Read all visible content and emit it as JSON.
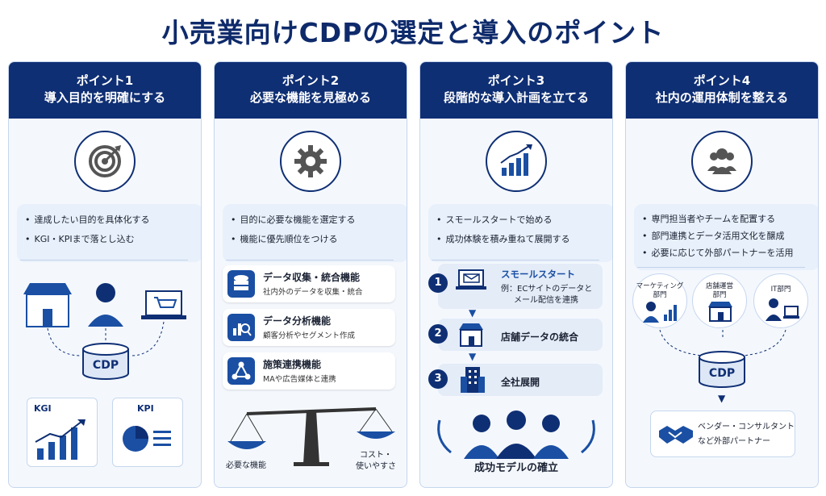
{
  "title": "小売業向けCDPの選定と導入のポイント",
  "cards": [
    {
      "point": "ポイント1",
      "heading": "導入目的を明確にする",
      "icon": "target-icon",
      "bullets": [
        "達成したい目的を具体化する",
        "KGI・KPIまで落とし込む"
      ],
      "cdp": "CDP",
      "kgi": "KGI",
      "kpi": "KPI"
    },
    {
      "point": "ポイント2",
      "heading": "必要な機能を見極める",
      "icon": "gear-icon",
      "bullets": [
        "目的に必要な機能を選定する",
        "機能に優先順位をつける"
      ],
      "features": [
        {
          "title": "データ収集・統合機能",
          "desc": "社内外のデータを収集・統合"
        },
        {
          "title": "データ分析機能",
          "desc": "顧客分析やセグメント作成"
        },
        {
          "title": "施策連携機能",
          "desc": "MAや広告媒体と連携"
        }
      ],
      "scale_left": "必要な機能",
      "scale_right_1": "コスト・",
      "scale_right_2": "使いやすさ"
    },
    {
      "point": "ポイント3",
      "heading": "段階的な導入計画を立てる",
      "icon": "growth-chart-icon",
      "bullets": [
        "スモールスタートで始める",
        "成功体験を積み重ねて展開する"
      ],
      "steps": [
        {
          "num": "1",
          "title": "スモールスタート",
          "desc1": "例：ECサイトのデータと",
          "desc2": "メール配信を連携"
        },
        {
          "num": "2",
          "title": "店舗データの統合"
        },
        {
          "num": "3",
          "title": "全社展開"
        }
      ],
      "success": "成功モデルの確立"
    },
    {
      "point": "ポイント4",
      "heading": "社内の運用体制を整える",
      "icon": "team-icon",
      "bullets": [
        "専門担当者やチームを配置する",
        "部門連携とデータ活用文化を醸成",
        "必要に応じて外部パートナーを活用"
      ],
      "depts": [
        {
          "l1": "マーケティング",
          "l2": "部門"
        },
        {
          "l1": "店舗運営",
          "l2": "部門"
        },
        {
          "l1": "IT部門",
          "l2": ""
        }
      ],
      "cdp": "CDP",
      "partner1": "ベンダー・コンサルタント",
      "partner2": "など外部パートナー"
    }
  ],
  "colors": {
    "navy": "#0f2f74",
    "accent": "#1a4fa3",
    "panel": "#e8f0fb"
  }
}
